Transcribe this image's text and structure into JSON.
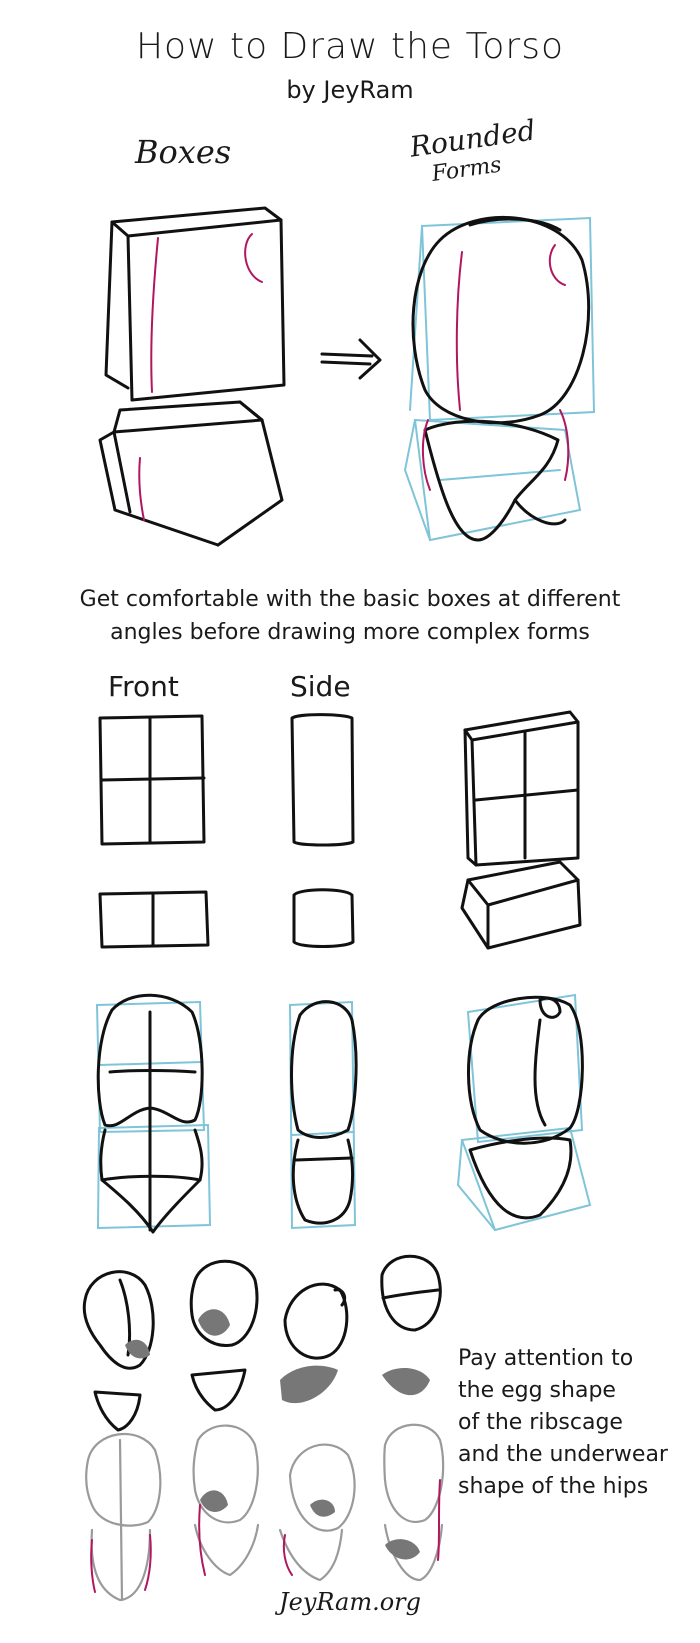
{
  "header": {
    "title": "How to Draw the Torso",
    "byline": "by JeyRam"
  },
  "labels": {
    "boxes": "Boxes",
    "rounded_line1": "Rounded",
    "rounded_line2": "Forms",
    "front": "Front",
    "side": "Side"
  },
  "caption": {
    "line1": "Get comfortable with the basic boxes at different",
    "line2": "angles before drawing more complex forms"
  },
  "note": {
    "lines": [
      "Pay attention to",
      "the egg shape",
      "of the ribscage",
      "and the underwear",
      "shape of the hips"
    ]
  },
  "footer": {
    "site": "JeyRam.org"
  },
  "colors": {
    "ink": "#111111",
    "magenta_guide": "#b0175e",
    "blue_guide": "#7fc4d8",
    "gray_sketch": "#9a9a9a"
  },
  "icons": {
    "arrow": "right-arrow-icon"
  }
}
